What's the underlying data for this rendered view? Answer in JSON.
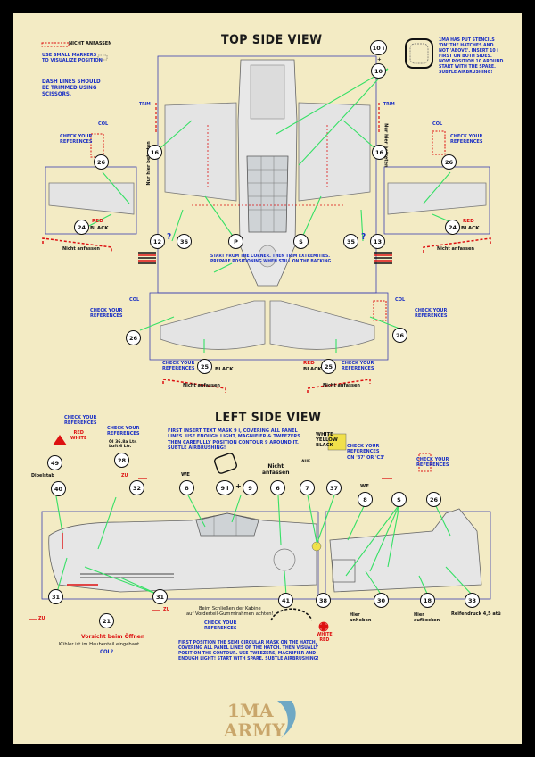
{
  "titles": {
    "top": "TOP SIDE VIEW",
    "left": "LEFT SIDE VIEW"
  },
  "legend": {
    "nicht_anfassen": "NICHT ANFASSEN",
    "small_markers": "USE SMALL MARKERS\nTO VISUALIZE POSITION",
    "dash_lines": "DASH LINES SHOULD\nBE TRIMMED USING\nSCISSORS."
  },
  "top_note": "1MA HAS PUT STENCILS\n'ON' THE HATCHES AND\nNOT 'ABOVE'. INSERT 10 i\nFIRST ON BOTH SIDES.\nNOW POSITION 10 AROUND.\nSTART WITH THE SPARE.\nSUBTLE AIRBRUSHING!",
  "trim_label": "TRIM",
  "nur_hier": "Nur hier betreten",
  "col": "COL",
  "check_refs": "CHECK YOUR\nREFERENCES",
  "red": "RED",
  "black": "BLACK",
  "nicht_anfassen_lower": "Nicht anfassen",
  "start_corner": "START FROM THE CORNER. THEN TRIM EXTREMITIES.\nPREPARE POSITIONING WHEN STILL ON THE BACKING.",
  "question": "?",
  "top_numbers": {
    "n10i": "10 i",
    "n10": "10",
    "n16": "16",
    "n26": "26",
    "n24": "24",
    "n12": "12",
    "n36": "36",
    "p": "P",
    "s": "S",
    "n35": "35",
    "n13": "13",
    "n25": "25"
  },
  "side": {
    "check_refs": "CHECK YOUR\nREFERENCES",
    "red_white": "RED\nWHITE",
    "oil_note": "Öl 36.8a Ltr.\nLuft 6 Ltr.",
    "dipelstab": "Dipelstab",
    "we": "WE",
    "zu": "ZU",
    "auf": "AUF",
    "insert_text": "FIRST INSERT TEXT MASK 9 i, COVERING ALL PANEL\nLINES. USE ENOUGH LIGHT, MAGNIFIER & TWEEZERS.\nTHEN CAREFULLY POSITION CONTOUR 9 AROUND IT.\nSUBTLE AIRBRUSHING!",
    "nicht_anfassen2": "Nicht\nanfassen",
    "yellow_black": "WHITE\nYELLOW\nBLACK",
    "refs_87": "CHECK YOUR\nREFERENCES\nON '87' OR 'C3'",
    "nums": {
      "n49": "49",
      "n28": "28",
      "n40": "40",
      "n32": "32",
      "n8": "8",
      "n9i": "9 i",
      "plus": "+",
      "n9": "9",
      "n6": "6",
      "n7": "7",
      "n37": "37",
      "n8b": "8",
      "s": "S",
      "n26": "26",
      "n31": "31",
      "n31b": "31",
      "n21": "21",
      "n41": "41",
      "n38": "38",
      "n30": "30",
      "n18": "18",
      "n33": "33"
    },
    "vorsicht": "Vorsicht beim Öffnen",
    "kuhler": "Kühler ist im Haubenteil eingebaut",
    "col_q": "COL?",
    "beim": "Beim Schließen der Kabine\nauf Vorderteil-Gummirahmen achten!",
    "hier_anheben": "Hier\nanheben",
    "hier_aufbocken": "Hier\naufbocken",
    "reifen": "Reifendruck 4,5 atü",
    "semi_note": "FIRST POSITION THE SEMI CIRCULAR MASK ON THE HATCH,\nCOVERING ALL PANEL LINES OF THE HATCH. THEN VISUALLY\nPOSITION THE CONTOUR. USE TWEEZERS, MAGNIFIER AND\nENOUGH LIGHT! START WITH SPARE. SUBTLE AIRBRUSHING!",
    "white_red": "WHITE\nRED"
  },
  "logo": {
    "line1": "1MA",
    "line2": "ARMY"
  },
  "colors": {
    "paper": "#f3ebc4",
    "blue": "#1a2fc4",
    "green": "#3ee06a",
    "red": "#d11"
  }
}
